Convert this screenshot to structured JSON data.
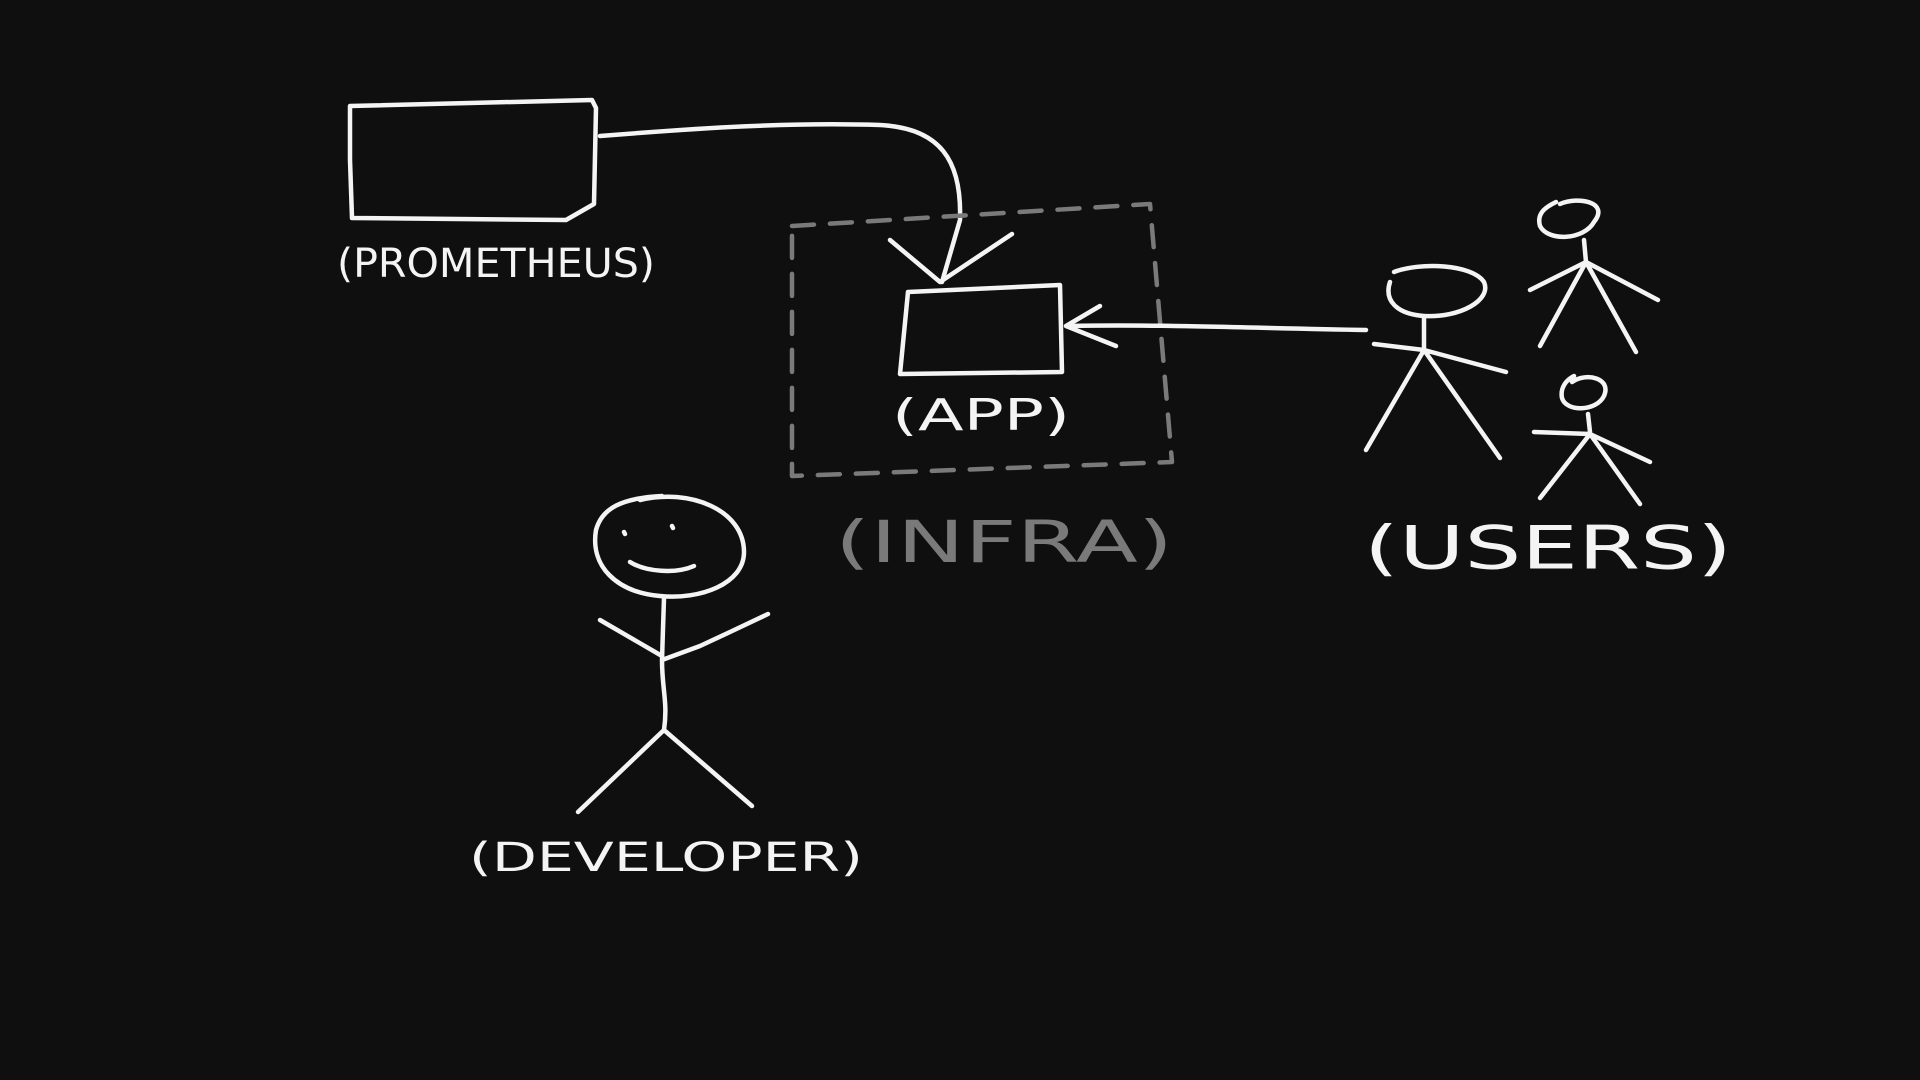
{
  "diagram": {
    "background_color": "#0f0f0f",
    "ink_color": "#f4f4f4",
    "muted_ink_color": "#7a7a7a",
    "nodes": {
      "prometheus": {
        "label": "(PROMETHEUS)"
      },
      "app": {
        "label": "(APP)"
      },
      "infra": {
        "label": "(INFRA)"
      },
      "users": {
        "label": "(USERS)"
      },
      "developer": {
        "label": "(DEVELOPER)"
      }
    },
    "edges": [
      {
        "from": "prometheus",
        "to": "app"
      },
      {
        "from": "users",
        "to": "app"
      }
    ]
  }
}
